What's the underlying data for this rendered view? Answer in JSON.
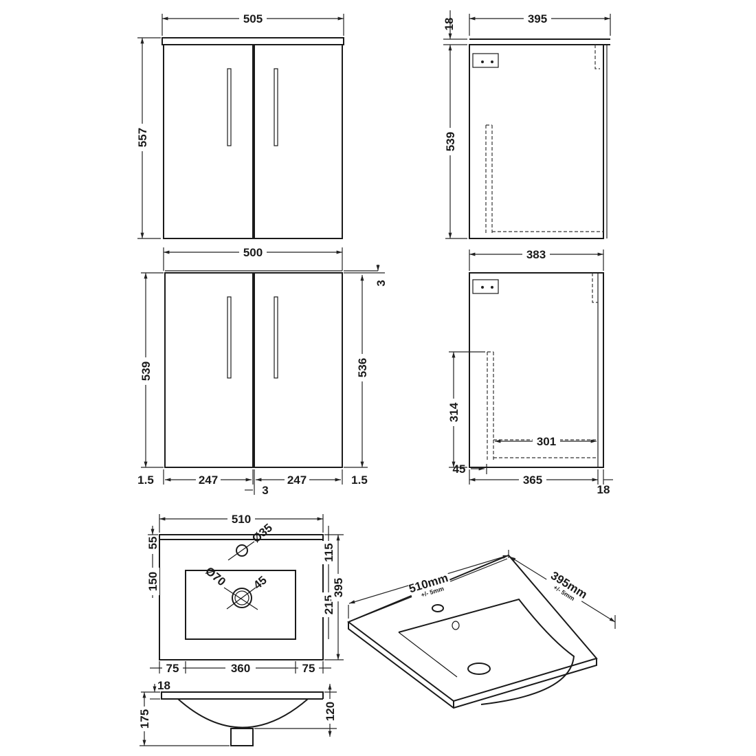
{
  "front_elevation_with_top": {
    "width": "505",
    "height": "557"
  },
  "side_elevation_with_top": {
    "top_thickness": "18",
    "depth": "395",
    "height": "539"
  },
  "front_elevation": {
    "width": "500",
    "height_left": "539",
    "height_right": "536",
    "top_gap": "3",
    "left_gap": "1.5",
    "door_left": "247",
    "door_right": "247",
    "right_gap": "1.5",
    "center_gap": "3"
  },
  "side_elevation": {
    "depth": "383",
    "offset": "45",
    "height_lower": "314",
    "inner_depth": "301",
    "body_depth": "365",
    "door_thickness": "18"
  },
  "basin_plan": {
    "width": "510",
    "tap_hole_diameter": "Ø35",
    "waste_diameter": "Ø70",
    "waste_inner": "45",
    "back_to_tap": "55",
    "back_to_bowl": "150",
    "tap_to_bowl": "115",
    "bowl_depth": "215",
    "overall_depth": "395",
    "left_margin": "75",
    "bowl_width": "360",
    "right_margin": "75"
  },
  "basin_section": {
    "slab_thickness": "18",
    "overall_height": "175",
    "bowl_height": "120"
  },
  "basin_isometric": {
    "width": "510mm",
    "width_tolerance": "+/- 5mm",
    "depth": "395mm",
    "depth_tolerance": "+/- 5mm"
  }
}
